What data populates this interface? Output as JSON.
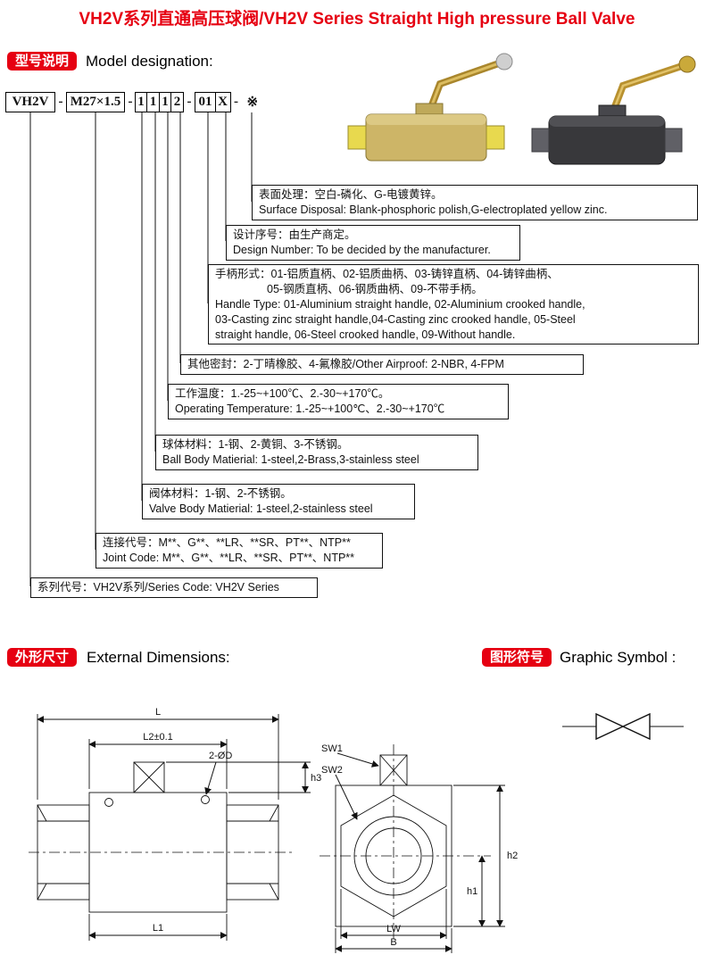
{
  "page": {
    "title": "VH2V系列直通高压球阀/VH2V Series Straight High pressure Ball Valve"
  },
  "model": {
    "badge": "型号说明",
    "heading": "Model designation:",
    "code": {
      "series": "VH2V",
      "dash": "-",
      "thread": "M27×1.5",
      "digits": [
        "1",
        "1",
        "1",
        "2"
      ],
      "handle_code": "01",
      "surface_code": "X",
      "suffix": "※"
    },
    "callouts": [
      {
        "lines": [
          "表面处理：空白-磷化、G-电镀黄锌。",
          "Surface Disposal: Blank-phosphoric polish,G-electroplated yellow zinc."
        ]
      },
      {
        "lines": [
          "设计序号：由生产商定。",
          "Design Number: To be decided by the manufacturer."
        ]
      },
      {
        "lines": [
          "手柄形式：01-铝质直柄、02-铝质曲柄、03-铸锌直柄、04-铸锌曲柄、",
          "05-钢质直柄、06-钢质曲柄、09-不带手柄。",
          "Handle Type: 01-Aluminium straight handle, 02-Aluminium crooked handle,",
          "03-Casting zinc straight handle,04-Casting zinc crooked handle, 05-Steel",
          "straight handle, 06-Steel crooked handle, 09-Without handle."
        ]
      },
      {
        "lines": [
          "其他密封：2-丁晴橡胶、4-氟橡胶/Other Airproof: 2-NBR, 4-FPM"
        ]
      },
      {
        "lines": [
          "工作温度：1.-25~+100℃、2.-30~+170℃。",
          "Operating Temperature: 1.-25~+100℃、2.-30~+170℃"
        ]
      },
      {
        "lines": [
          "球体材料：1-钢、2-黄铜、3-不锈钢。",
          "Ball Body Matierial: 1-steel,2-Brass,3-stainless steel"
        ]
      },
      {
        "lines": [
          "阀体材料：1-钢、2-不锈钢。",
          "Valve Body Matierial: 1-steel,2-stainless steel"
        ]
      },
      {
        "lines": [
          "连接代号：M**、G**、**LR、**SR、PT**、NTP**",
          "Joint Code: M**、G**、**LR、**SR、PT**、NTP**"
        ]
      },
      {
        "lines": [
          "系列代号：VH2V系列/Series Code: VH2V Series"
        ]
      }
    ]
  },
  "dimensions": {
    "badge": "外形尺寸",
    "heading": "External Dimensions:",
    "left_labels": {
      "L": "L",
      "L2": "L2±0.1",
      "oD": "2-ØD",
      "h3": "h3",
      "L1": "L1"
    },
    "right_labels": {
      "SW1": "SW1",
      "SW2": "SW2",
      "h2": "h2",
      "h1": "h1",
      "LW": "LW",
      "B": "B"
    }
  },
  "symbol": {
    "badge": "图形符号",
    "heading": "Graphic Symbol :"
  }
}
